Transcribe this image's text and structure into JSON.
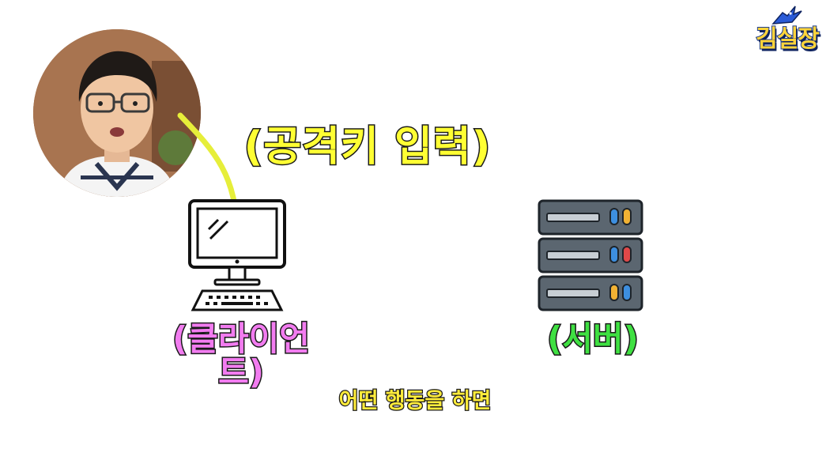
{
  "logo": {
    "text": "김실장"
  },
  "caption": {
    "top": "(공격키 입력)"
  },
  "nodes": {
    "client_label": "(클라이언트)",
    "server_label": "(서버)"
  },
  "subtitle": {
    "text": "어떤 행동을 하면"
  },
  "colors": {
    "caption_fill": "#ffff33",
    "client_fill": "#f27cf0",
    "server_fill": "#3fe042",
    "subtitle_fill": "#ffec3b",
    "arrow": "#e6ee3a",
    "outline": "#1a1a1a",
    "server_body": "#5b6670",
    "server_light_orange": "#f2b233",
    "server_light_blue": "#3d8fe0",
    "server_light_red": "#e04848"
  },
  "icons": {
    "logo": "bird-logo-icon",
    "client": "desktop-computer-icon",
    "server": "server-rack-icon",
    "arrow": "curved-arrow-icon"
  }
}
